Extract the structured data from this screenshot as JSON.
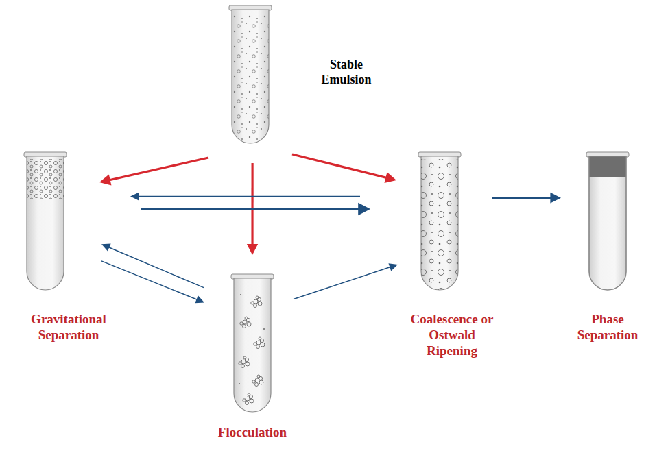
{
  "diagram": {
    "nodes": [
      {
        "text": [
          "Stable Emulsion"
        ]
      },
      {
        "text": [
          "Gravitational Separation"
        ]
      },
      {
        "text": [
          "Flocculation"
        ]
      },
      {
        "text": [
          "Coalescence or Ostwald Ripening"
        ]
      },
      {
        "text": [
          "Phase Separation"
        ]
      }
    ],
    "edges": [
      {
        "from": 0,
        "to": 1,
        "arrow": "to"
      },
      {
        "from": 0,
        "to": 2,
        "arrow": "to"
      },
      {
        "from": 0,
        "to": 3,
        "arrow": "to"
      },
      {
        "from": 1,
        "to": 3,
        "arrow": "to"
      },
      {
        "from": 3,
        "to": 1,
        "arrow": "to"
      },
      {
        "from": 2,
        "to": 1,
        "arrow": "to"
      },
      {
        "from": 1,
        "to": 2,
        "arrow": "to"
      },
      {
        "from": 2,
        "to": 3,
        "arrow": "to"
      },
      {
        "from": 3,
        "to": 4,
        "arrow": "to"
      }
    ]
  }
}
